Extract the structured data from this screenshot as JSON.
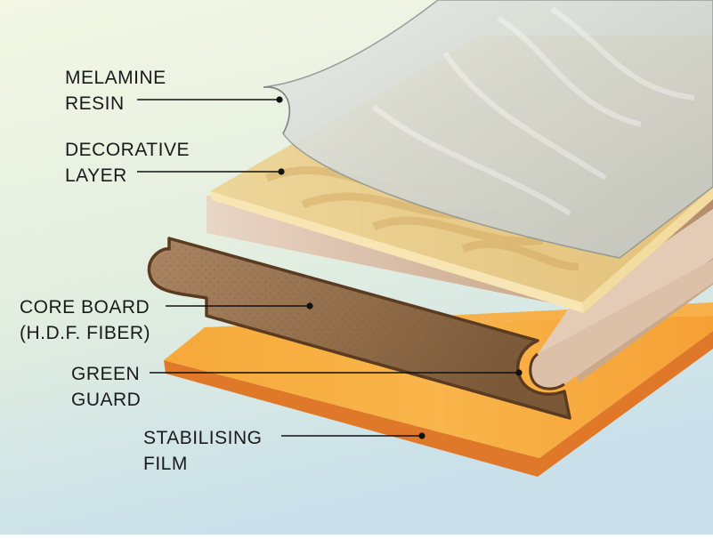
{
  "labels": {
    "melamine": {
      "line1": "MELAMINE",
      "line2": "RESIN"
    },
    "decorative": {
      "line1": "DECORATIVE",
      "line2": "LAYER"
    },
    "core": {
      "line1": "CORE BOARD",
      "line2": "(H.D.F. FIBER)"
    },
    "green": {
      "line1": "GREEN",
      "line2": "GUARD"
    },
    "stabilising": {
      "line1": "STABILISING",
      "line2": "FILM"
    }
  },
  "colors": {
    "background_top": "#f3f7e6",
    "background_bottom": "#cfe3ea",
    "stabilising_film": "#f4a12e",
    "core_board": "#8a6744",
    "core_outline": "#5a3c22",
    "decorative_layer": "#e9cf8f",
    "melamine_resin": "#c9cfc9"
  }
}
